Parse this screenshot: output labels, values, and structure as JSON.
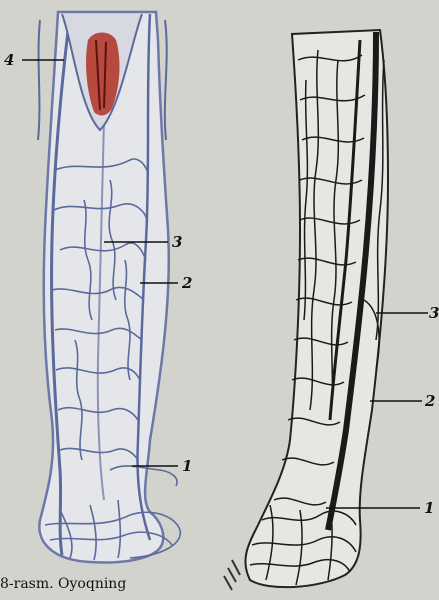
{
  "figure": {
    "caption": "8-rasm. Oyoqning",
    "labels": {
      "left_4": "4",
      "left_3": "3",
      "left_2": "2",
      "left_1": "1",
      "right_3": "3",
      "right_2": "2",
      "right_1": "1"
    },
    "colors": {
      "background": "#cfcfcb",
      "vein": "#5b6a9c",
      "muscle": "#b43a2e",
      "ink": "#111111"
    }
  }
}
